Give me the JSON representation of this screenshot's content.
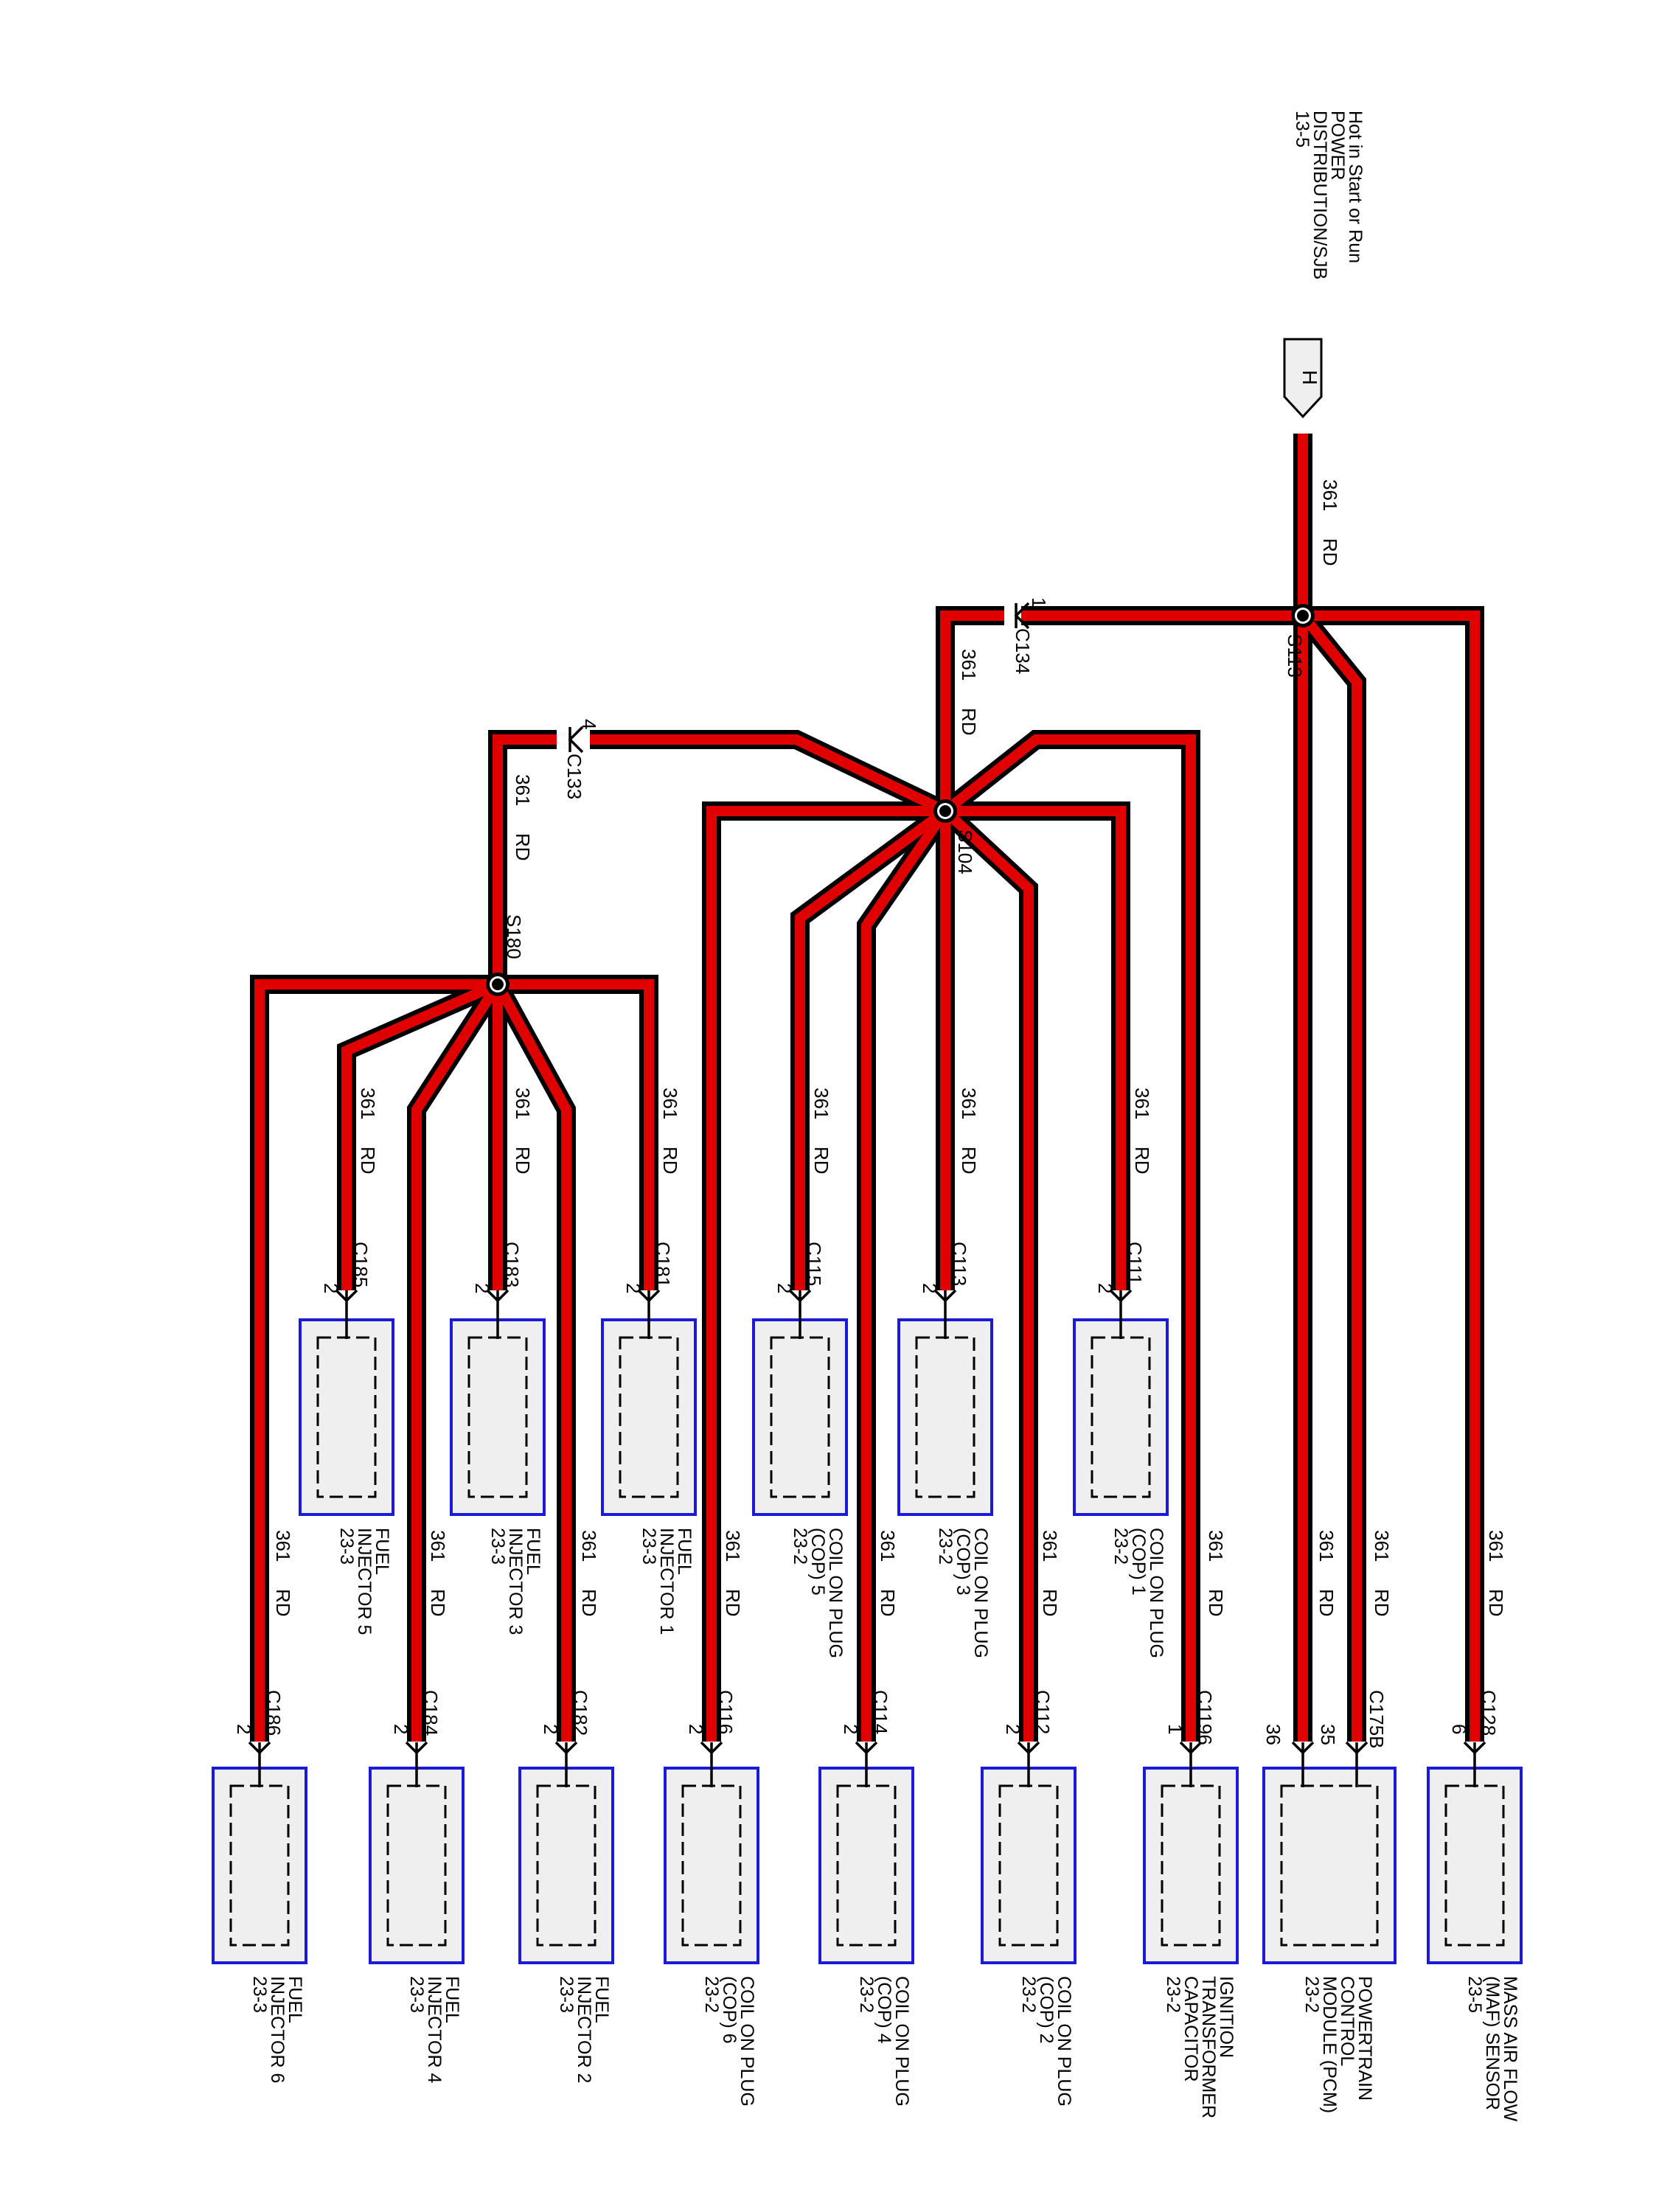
{
  "source": {
    "lines": [
      "Hot in Start or Run",
      "POWER",
      "DISTRIBUTION/SJB",
      "13-5"
    ],
    "connector": "H"
  },
  "wire": {
    "circuit": "361",
    "color": "RD"
  },
  "splices": {
    "s113": "S113",
    "s104": "S104",
    "s180": "S180"
  },
  "inline_connectors": {
    "c134": {
      "id": "C134",
      "pin": "1"
    },
    "c133": {
      "id": "C133",
      "pin": "4"
    }
  },
  "mid_components": [
    {
      "key": "fi5",
      "connector": "C185",
      "pin": "2",
      "lines": [
        "FUEL",
        "INJECTOR 5",
        "23-3"
      ]
    },
    {
      "key": "fi3",
      "connector": "C183",
      "pin": "2",
      "lines": [
        "FUEL",
        "INJECTOR 3",
        "23-3"
      ]
    },
    {
      "key": "fi1",
      "connector": "C181",
      "pin": "2",
      "lines": [
        "FUEL",
        "INJECTOR 1",
        "23-3"
      ]
    },
    {
      "key": "cop5",
      "connector": "C115",
      "pin": "2",
      "lines": [
        "COIL ON PLUG",
        "(COP) 5",
        "23-2"
      ]
    },
    {
      "key": "cop3",
      "connector": "C113",
      "pin": "2",
      "lines": [
        "COIL ON PLUG",
        "(COP) 3",
        "23-2"
      ]
    },
    {
      "key": "cop1",
      "connector": "C111",
      "pin": "2",
      "lines": [
        "COIL ON PLUG",
        "(COP) 1",
        "23-2"
      ]
    }
  ],
  "bottom_components": [
    {
      "key": "fi6",
      "connector": "C186",
      "pin": "2",
      "lines": [
        "FUEL",
        "INJECTOR 6",
        "23-3"
      ]
    },
    {
      "key": "fi4",
      "connector": "C184",
      "pin": "2",
      "lines": [
        "FUEL",
        "INJECTOR 4",
        "23-3"
      ]
    },
    {
      "key": "fi2",
      "connector": "C182",
      "pin": "2",
      "lines": [
        "FUEL",
        "INJECTOR 2",
        "23-3"
      ]
    },
    {
      "key": "cop6",
      "connector": "C116",
      "pin": "2",
      "lines": [
        "COIL ON PLUG",
        "(COP) 6",
        "23-2"
      ]
    },
    {
      "key": "cop4",
      "connector": "C114",
      "pin": "2",
      "lines": [
        "COIL ON PLUG",
        "(COP) 4",
        "23-2"
      ]
    },
    {
      "key": "cop2",
      "connector": "C112",
      "pin": "2",
      "lines": [
        "COIL ON PLUG",
        "(COP) 2",
        "23-2"
      ]
    },
    {
      "key": "itc",
      "connector": "C1196",
      "pin": "1",
      "lines": [
        "IGNITION",
        "TRANSFORMER",
        "CAPACITOR",
        "23-2"
      ]
    },
    {
      "key": "pcm",
      "connector": "C175B",
      "pins": [
        "36",
        "35"
      ],
      "lines": [
        "POWERTRAIN",
        "CONTROL",
        "MODULE (PCM)",
        "23-2"
      ]
    },
    {
      "key": "maf",
      "connector": "C128",
      "pin": "6",
      "lines": [
        "MASS AIR FLOW",
        "(MAF) SENSOR",
        "23-5"
      ]
    }
  ]
}
